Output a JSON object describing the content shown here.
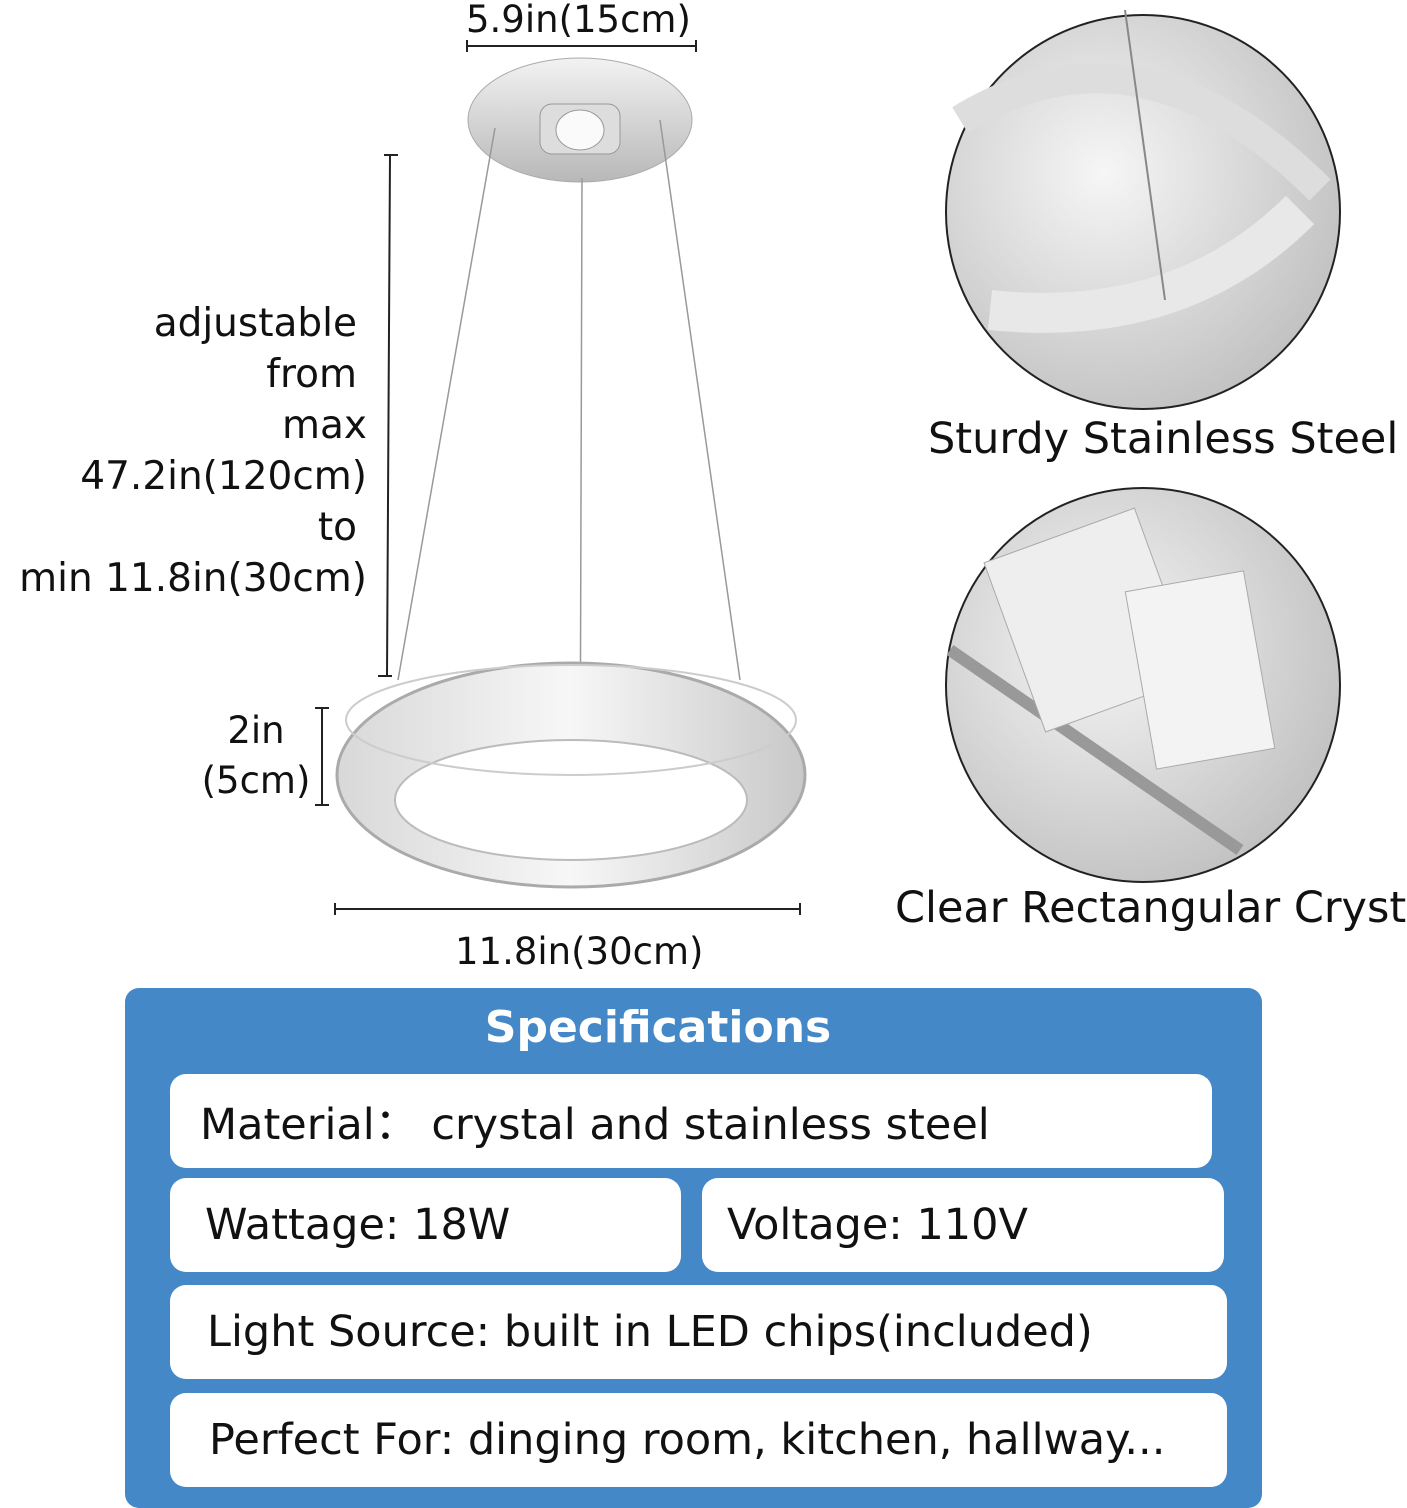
{
  "dimensions": {
    "top_width": "5.9in(15cm)",
    "height_adjustable": [
      "adjustable",
      "from",
      "max 47.2in(120cm)",
      "to",
      "min 11.8in(30cm)"
    ],
    "ring_thickness": [
      "2in",
      "(5cm)"
    ],
    "ring_diameter": "11.8in(30cm)"
  },
  "features": [
    {
      "caption": "Sturdy Stainless Steel"
    },
    {
      "caption": "Clear Rectangular Crystal"
    }
  ],
  "specs": {
    "title": "Specifications",
    "material": "Material：  crystal and stainless steel",
    "wattage": "Wattage: 18W",
    "voltage": "Voltage: 110V",
    "light_source": "Light Source: built in LED chips(included)",
    "perfect_for": "Perfect For: dinging room, kitchen, hallway..."
  },
  "colors": {
    "spec_panel": "#4488c8",
    "spec_row": "#ffffff"
  }
}
